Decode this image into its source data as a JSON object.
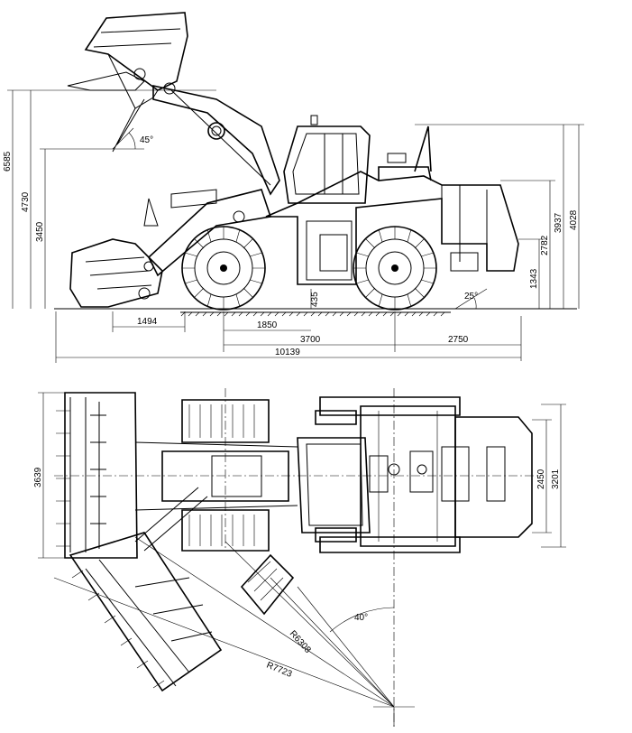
{
  "side_view": {
    "heights": {
      "h6585": "6585",
      "h4730": "4730",
      "h3450": "3450",
      "h3937": "3937",
      "h4028": "4028",
      "h2782": "2782",
      "h1343": "1343",
      "h435": "435"
    },
    "lengths": {
      "l1494": "1494",
      "l1850": "1850",
      "l3700": "3700",
      "l2750": "2750",
      "l10139": "10139"
    },
    "angles": {
      "dump_angle": "45°",
      "departure_angle": "25°"
    }
  },
  "top_view": {
    "widths": {
      "w3639": "3639",
      "w2450": "2450",
      "w3201": "3201"
    },
    "radii": {
      "r6308": "R6308",
      "r7723": "R7723"
    },
    "angles": {
      "steer_angle": "40°"
    }
  }
}
